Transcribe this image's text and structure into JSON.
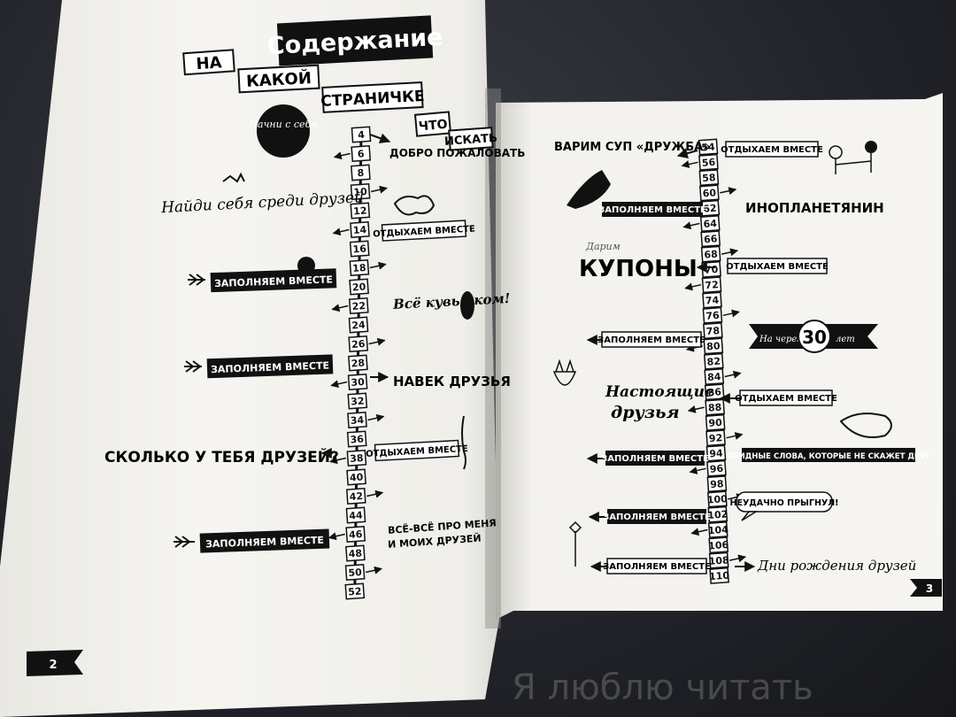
{
  "left_page": {
    "title": "Содержание",
    "subtitle_words": [
      "НА",
      "КАКОЙ",
      "СТРАНИЧКЕ",
      "ЧТО",
      "ИСКАТЬ"
    ],
    "badge": "Начни с себя",
    "page_number": "2",
    "numbers": [
      "4",
      "6",
      "8",
      "10",
      "12",
      "14",
      "16",
      "18",
      "20",
      "22",
      "24",
      "26",
      "28",
      "30",
      "32",
      "34",
      "36",
      "38",
      "40",
      "42",
      "44",
      "46",
      "48",
      "50",
      "52"
    ],
    "entries": {
      "welcome": "ДОБРО ПОЖАЛОВАТЬ",
      "find_yourself": "Найди себя среди друзей",
      "rest_together_1": "ОТДЫХАЕМ ВМЕСТЕ",
      "fill_together_1": "ЗАПОЛНЯЕМ ВМЕСТЕ",
      "all_tumbles": "Всё кувырком!",
      "fill_together_2": "ЗАПОЛНЯЕМ ВМЕСТЕ",
      "forever_friends": "НАВЕК ДРУЗЬЯ",
      "how_many_friends": "СКОЛЬКО У ТЕБЯ ДРУЗЕЙ?",
      "rest_together_2": "ОТДЫХАЕМ ВМЕСТЕ",
      "fill_together_3": "ЗАПОЛНЯЕМ ВМЕСТЕ",
      "all_about_me_1": "ВСЁ-ВСЁ ПРО МЕНЯ",
      "all_about_me_2": "И МОИХ ДРУЗЕЙ"
    }
  },
  "right_page": {
    "page_number": "3",
    "numbers": [
      "54",
      "56",
      "58",
      "60",
      "62",
      "64",
      "66",
      "68",
      "70",
      "72",
      "74",
      "76",
      "78",
      "80",
      "82",
      "84",
      "86",
      "88",
      "90",
      "92",
      "94",
      "96",
      "98",
      "100",
      "102",
      "104",
      "106",
      "108",
      "110"
    ],
    "entries": {
      "soup": "ВАРИМ СУП «ДРУЖБА»",
      "rest_together_1": "ОТДЫХАЕМ ВМЕСТЕ",
      "fill_together_1": "ЗАПОЛНЯЕМ ВМЕСТЕ",
      "alien": "ИНОПЛАНЕТЯНИН",
      "gift": "Дарим",
      "coupons": "КУПОНЫ",
      "rest_together_2": "ОТДЫХАЕМ ВМЕСТЕ",
      "fill_together_2": "ЗАПОЛНЯЕМ ВМЕСТЕ",
      "in_30_years_pre": "На через",
      "in_30_years_num": "30",
      "in_30_years_post": "лет",
      "real_1": "Настоящие",
      "real_2": "друзья",
      "rest_together_3": "ОТДЫХАЕМ ВМЕСТЕ",
      "fill_together_3": "ЗАПОЛНЯЕМ ВМЕСТЕ",
      "offensive_words": "ОБИДНЫЕ СЛОВА, КОТОРЫЕ НЕ СКАЖЕТ ДРУГ",
      "bad_jump": "НЕУДАЧНО ПРЫГНУЛ!",
      "fill_together_4": "ЗАПОЛНЯЕМ ВМЕСТЕ",
      "fill_together_5": "ЗАПОЛНЯЕМ ВМЕСТЕ",
      "birthdays": "Дни рождения друзей"
    }
  },
  "watermark": "Я люблю читать"
}
